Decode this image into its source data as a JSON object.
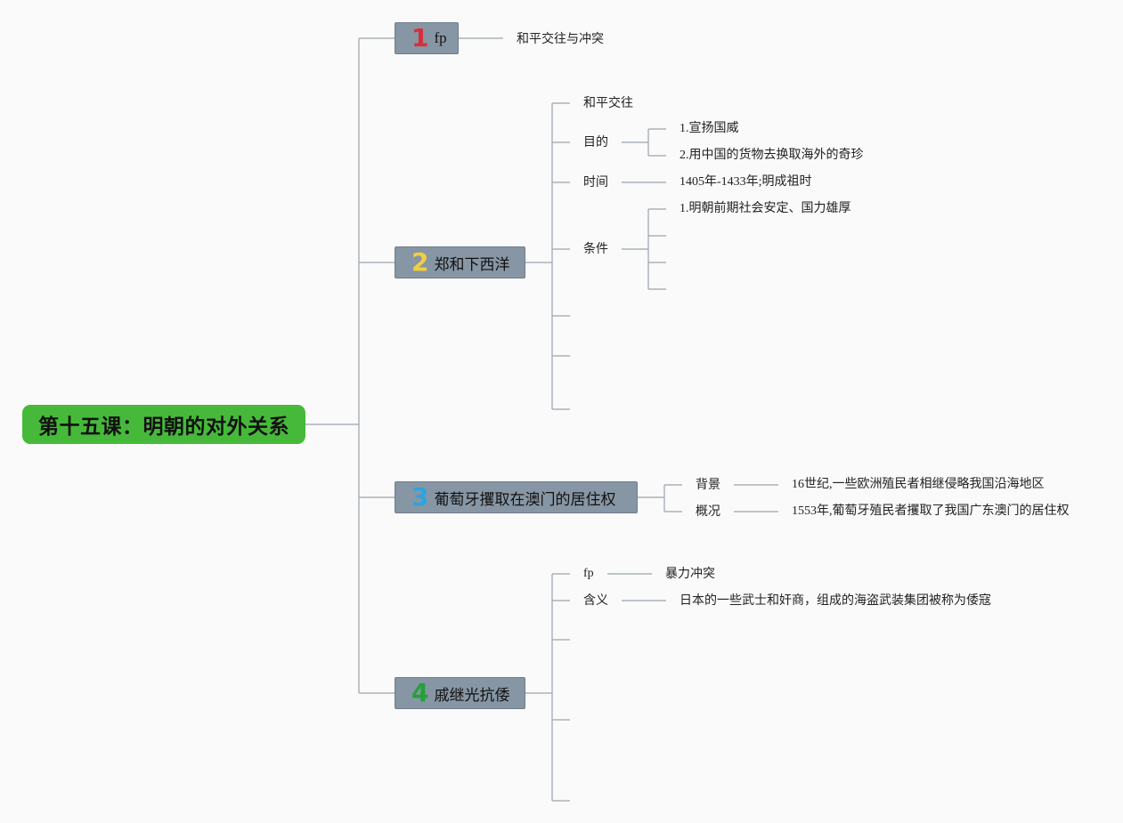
{
  "root": {
    "title": "第十五课：明朝的对外关系"
  },
  "branches": [
    {
      "number": "1",
      "label": "fp",
      "children": [
        {
          "text": "和平交往与冲突"
        }
      ]
    },
    {
      "number": "2",
      "label": "郑和下西洋",
      "children": [
        {
          "text": "和平交往"
        },
        {
          "text": "目的",
          "children": [
            "1.宣扬国威",
            "2.用中国的货物去换取海外的奇珍"
          ]
        },
        {
          "text": "时间",
          "children": [
            "1405年-1433年;明成祖时"
          ]
        },
        {
          "text": "条件",
          "children": [
            "1.明朝前期社会安定、国力雄厚",
            "",
            "",
            ""
          ]
        },
        {
          "text": ""
        },
        {
          "text": ""
        },
        {
          "text": ""
        }
      ]
    },
    {
      "number": "3",
      "label": "葡萄牙攫取在澳门的居住权",
      "children": [
        {
          "text": "背景",
          "children": [
            "16世纪,一些欧洲殖民者相继侵略我国沿海地区"
          ]
        },
        {
          "text": "概况",
          "children": [
            "1553年,葡萄牙殖民者攫取了我国广东澳门的居住权"
          ]
        }
      ]
    },
    {
      "number": "4",
      "label": "戚继光抗倭",
      "children": [
        {
          "text": "fp",
          "children": [
            "暴力冲突"
          ]
        },
        {
          "text": "含义",
          "children": [
            "日本的一些武士和奸商，组成的海盗武装集团被称为倭寇"
          ]
        },
        {
          "text": ""
        },
        {
          "text": ""
        },
        {
          "text": ""
        }
      ]
    }
  ],
  "colors": {
    "root_fill": "#46b93a",
    "branch_fill": "#8796a4",
    "line": "#9aa3ad",
    "line_dark": "#7d8896"
  }
}
